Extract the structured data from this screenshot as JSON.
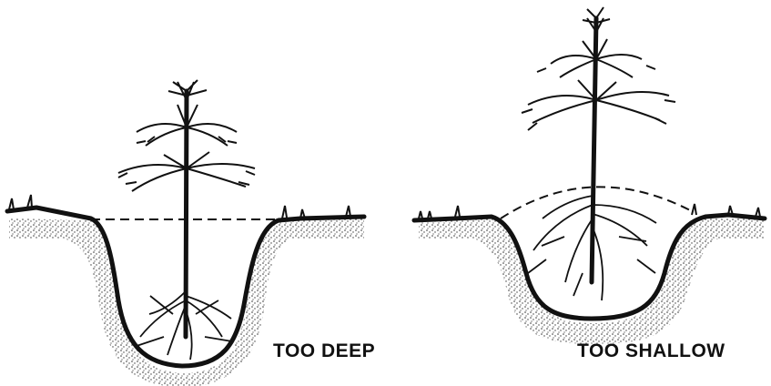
{
  "figures": [
    {
      "id": "deep",
      "caption": "TOO DEEP"
    },
    {
      "id": "shallow",
      "caption": "TOO SHALLOW"
    }
  ],
  "colors": {
    "ink": "#111111",
    "background": "#ffffff"
  }
}
